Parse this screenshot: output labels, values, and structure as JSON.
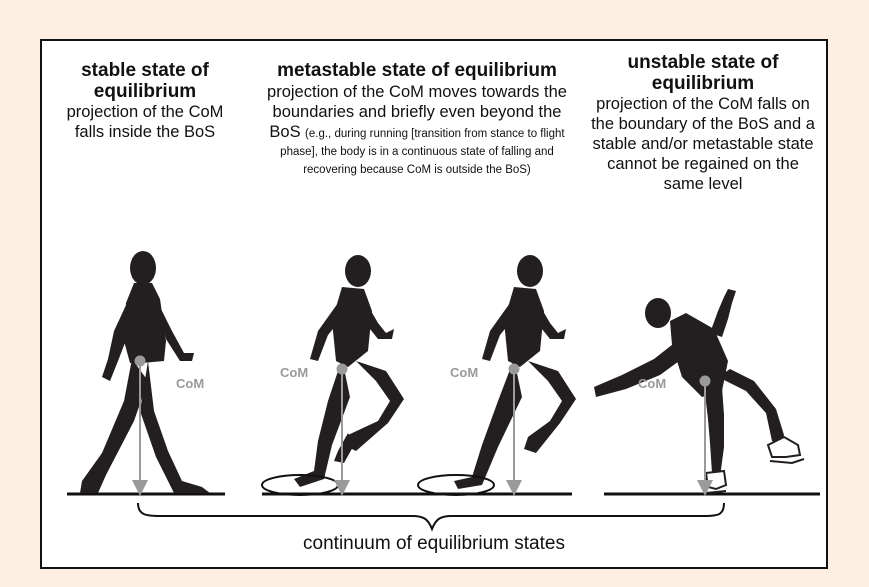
{
  "states": [
    {
      "title": "stable state of equilibrium",
      "description": "projection of the CoM falls inside the BoS"
    },
    {
      "title": "metastable state of equilibrium",
      "description": "projection of the CoM moves towards the boundaries and briefly even beyond the BoS",
      "note": "(e.g., during running [transition from stance to flight phase], the body is in a continuous state of falling and recovering because CoM is outside the BoS)"
    },
    {
      "title": "unstable state of equilibrium",
      "description": "projection of the CoM falls on the boundary of the BoS and a stable and/or metastable state cannot be regained on the same level"
    }
  ],
  "com_label": "CoM",
  "caption": "continuum of equilibrium states",
  "colors": {
    "background": "#fdf0e3",
    "silhouette": "#231f20",
    "com_marker": "#9a9a9a"
  }
}
